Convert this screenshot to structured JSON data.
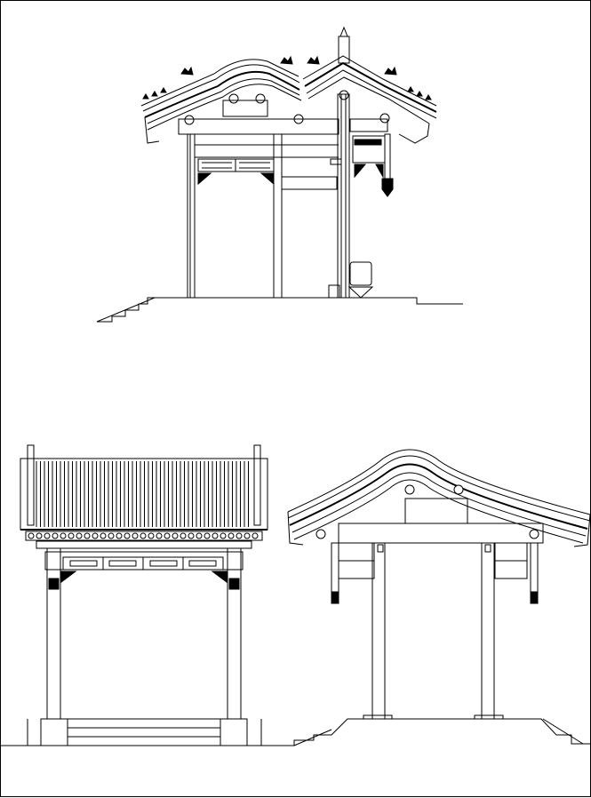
{
  "drawing": {
    "views": [
      {
        "id": "side-section-elevation"
      },
      {
        "id": "front-elevation"
      },
      {
        "id": "side-elevation"
      }
    ],
    "line_color": "#000000",
    "background": "#ffffff"
  }
}
